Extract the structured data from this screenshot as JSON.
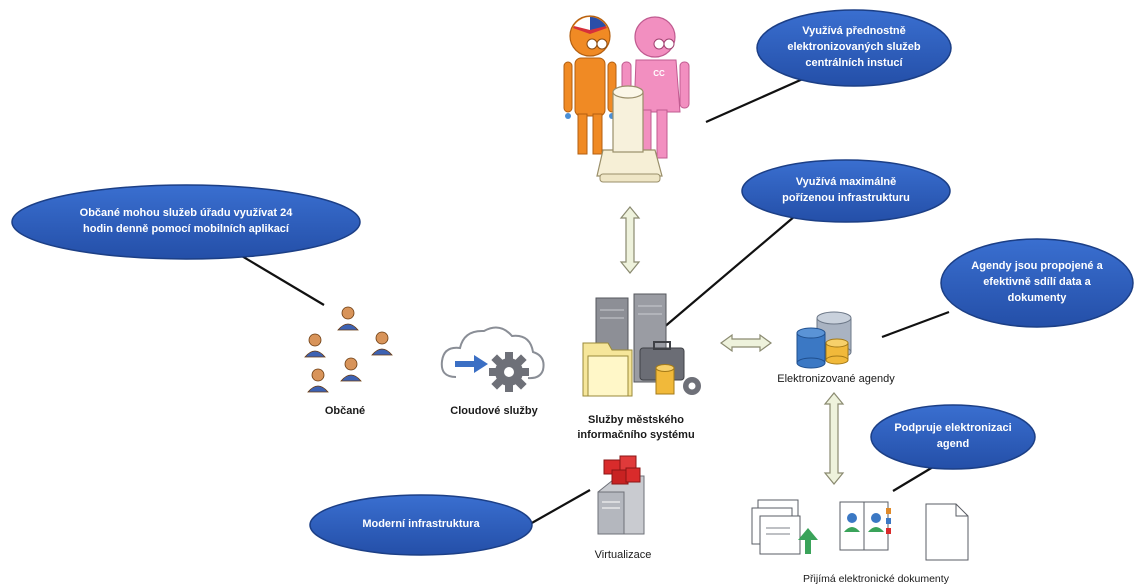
{
  "colors": {
    "bubble_fill": "#2e5fbf",
    "bubble_stroke": "#1c3f86",
    "connector": "#111111",
    "arrow_fill": "#eef2dc",
    "arrow_stroke": "#8a8a70",
    "person_orange": "#f08a24",
    "person_pink": "#f28fc0",
    "server_gray": "#8d8f96",
    "db_blue": "#3b78c4",
    "db_gold": "#f1b93a",
    "virt_red": "#d92b2b"
  },
  "callouts": {
    "central_services": "Využívá přednostně\nelektronizovaných služeb\ncentrálních instucí",
    "mobile_apps": "Občané mohou služeb úřadu využívat 24\nhodin denně pomocí mobilních aplikací",
    "infrastructure_use": "Využívá maximálně\npořízenou infrastrukturu",
    "agendas_connected": "Agendy jsou propojené a\nefektivně sdílí data a\ndokumenty",
    "support_agendas": "Podpruje elektronizaci\nagend",
    "modern_infra": "Moderní infrastruktura"
  },
  "nodes": {
    "citizens": "Občané",
    "cloud": "Cloudové služby",
    "city_system": "Služby městského\ninformačního systému",
    "agendas": "Elektronizované agendy",
    "virtualization": "Virtualizace",
    "documents": "Přijímá elektronické dokumenty"
  },
  "icons": {
    "officials": "officials-figures-icon",
    "citizens": "citizens-group-icon",
    "cloud": "cloud-gear-icon",
    "servers": "server-folder-icon",
    "databases": "database-cylinders-icon",
    "virtual_server": "virtual-server-icon",
    "docs": "document-inbox-icon"
  }
}
